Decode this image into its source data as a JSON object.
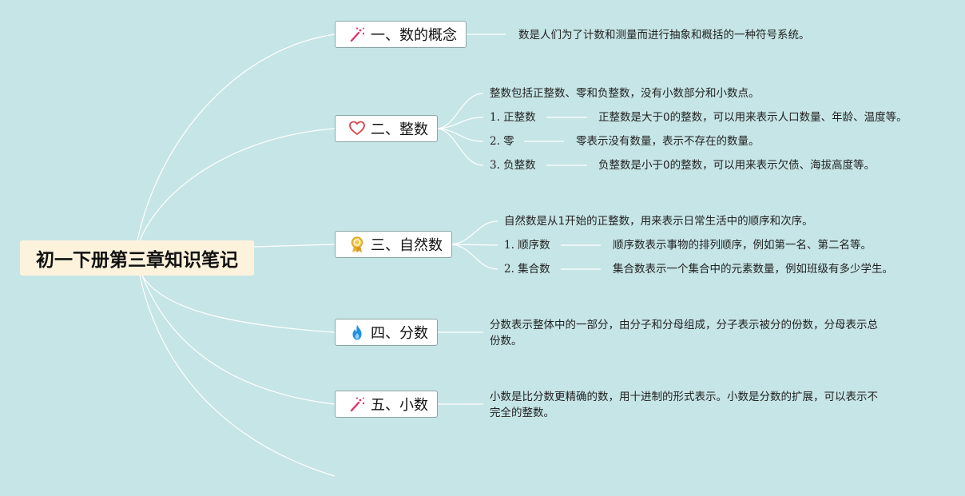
{
  "root": {
    "title": "初一下册第三章知识笔记"
  },
  "topics": [
    {
      "label": "一、数的概念",
      "icon": "magic-wand-icon",
      "detail": "数是人们为了计数和测量而进行抽象和概括的一种符号系统。"
    },
    {
      "label": "二、整数",
      "icon": "heart-icon",
      "intro": "整数包括正整数、零和负整数，没有小数部分和小数点。",
      "subs": [
        {
          "label": "1. 正整数",
          "detail": "正整数是大于0的整数，可以用来表示人口数量、年龄、温度等。"
        },
        {
          "label": "2. 零",
          "detail": "零表示没有数量，表示不存在的数量。"
        },
        {
          "label": "3. 负整数",
          "detail": "负整数是小于0的整数，可以用来表示欠债、海拔高度等。"
        }
      ]
    },
    {
      "label": "三、自然数",
      "icon": "medal-icon",
      "intro": "自然数是从1开始的正整数，用来表示日常生活中的顺序和次序。",
      "subs": [
        {
          "label": "1. 顺序数",
          "detail": "顺序数表示事物的排列顺序，例如第一名、第二名等。"
        },
        {
          "label": "2. 集合数",
          "detail": "集合数表示一个集合中的元素数量，例如班级有多少学生。"
        }
      ]
    },
    {
      "label": "四、分数",
      "icon": "flame-icon",
      "detail": "分数表示整体中的一部分，由分子和分母组成，分子表示被分的份数，分母表示总份数。"
    },
    {
      "label": "五、小数",
      "icon": "magic-wand-icon",
      "detail": "小数是比分数更精确的数，用十进制的形式表示。小数是分数的扩展，可以表示不完全的整数。"
    }
  ],
  "colors": {
    "background": "#c6e5e6",
    "root_fill": "#fdf3dc",
    "topic_border": "#8aa6a7",
    "connector": "#ffffff"
  }
}
